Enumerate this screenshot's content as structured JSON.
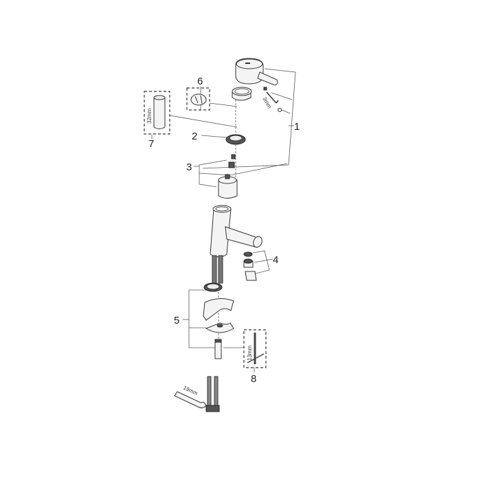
{
  "callouts": {
    "c1": "1",
    "c2": "2",
    "c3": "3",
    "c4": "4",
    "c5": "5",
    "c6": "6",
    "c7": "7",
    "c8": "8"
  },
  "dimensions": {
    "tool7": "32mm",
    "hex_key": "3mm",
    "tool8": "13mm",
    "wrench": "19mm"
  }
}
